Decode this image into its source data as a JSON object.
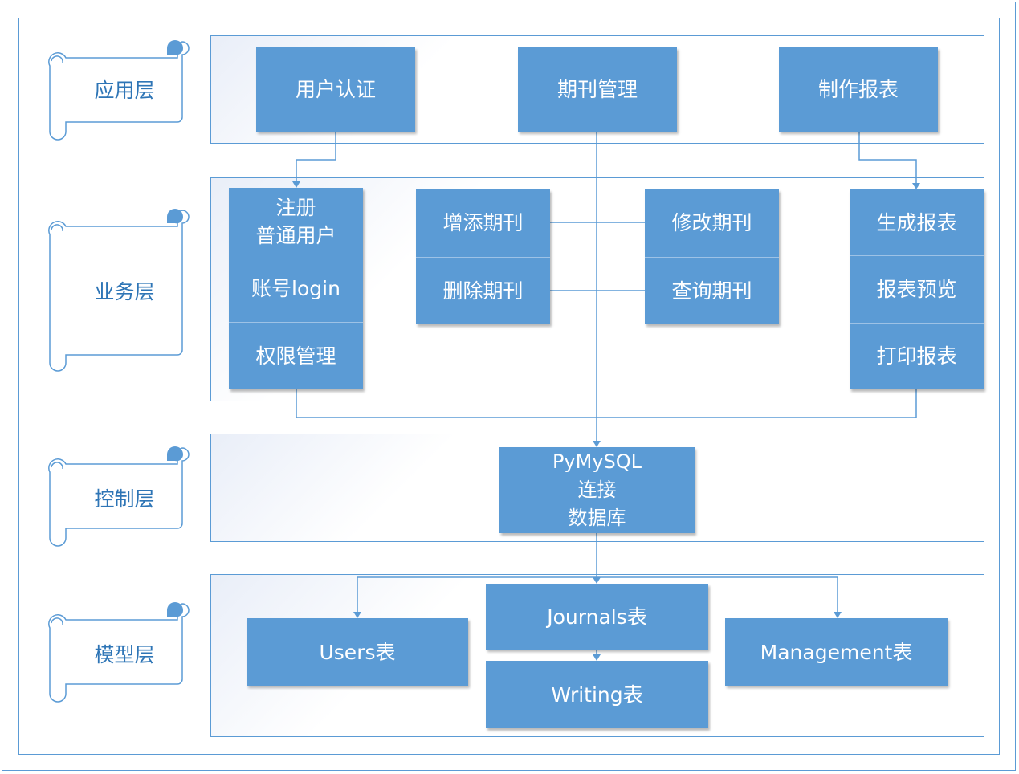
{
  "layers": {
    "application": "应用层",
    "business": "业务层",
    "control": "控制层",
    "model": "模型层"
  },
  "application_layer": {
    "user_auth": "用户认证",
    "journal_mgmt": "期刊管理",
    "make_report": "制作报表"
  },
  "business_layer": {
    "register": "注册\n普通用户",
    "account_login": "账号login",
    "permission_mgmt": "权限管理",
    "add_journal": "增添期刊",
    "delete_journal": "删除期刊",
    "modify_journal": "修改期刊",
    "query_journal": "查询期刊",
    "generate_report": "生成报表",
    "preview_report": "报表预览",
    "print_report": "打印报表"
  },
  "control_layer": {
    "db_connect": "PyMySQL\n连接\n数据库"
  },
  "model_layer": {
    "users_table": "Users表",
    "journals_table": "Journals表",
    "writing_table": "Writing表",
    "management_table": "Management表"
  },
  "colors": {
    "accent": "#5b9bd5",
    "label_text": "#2e75b6",
    "box_text": "#ffffff"
  }
}
